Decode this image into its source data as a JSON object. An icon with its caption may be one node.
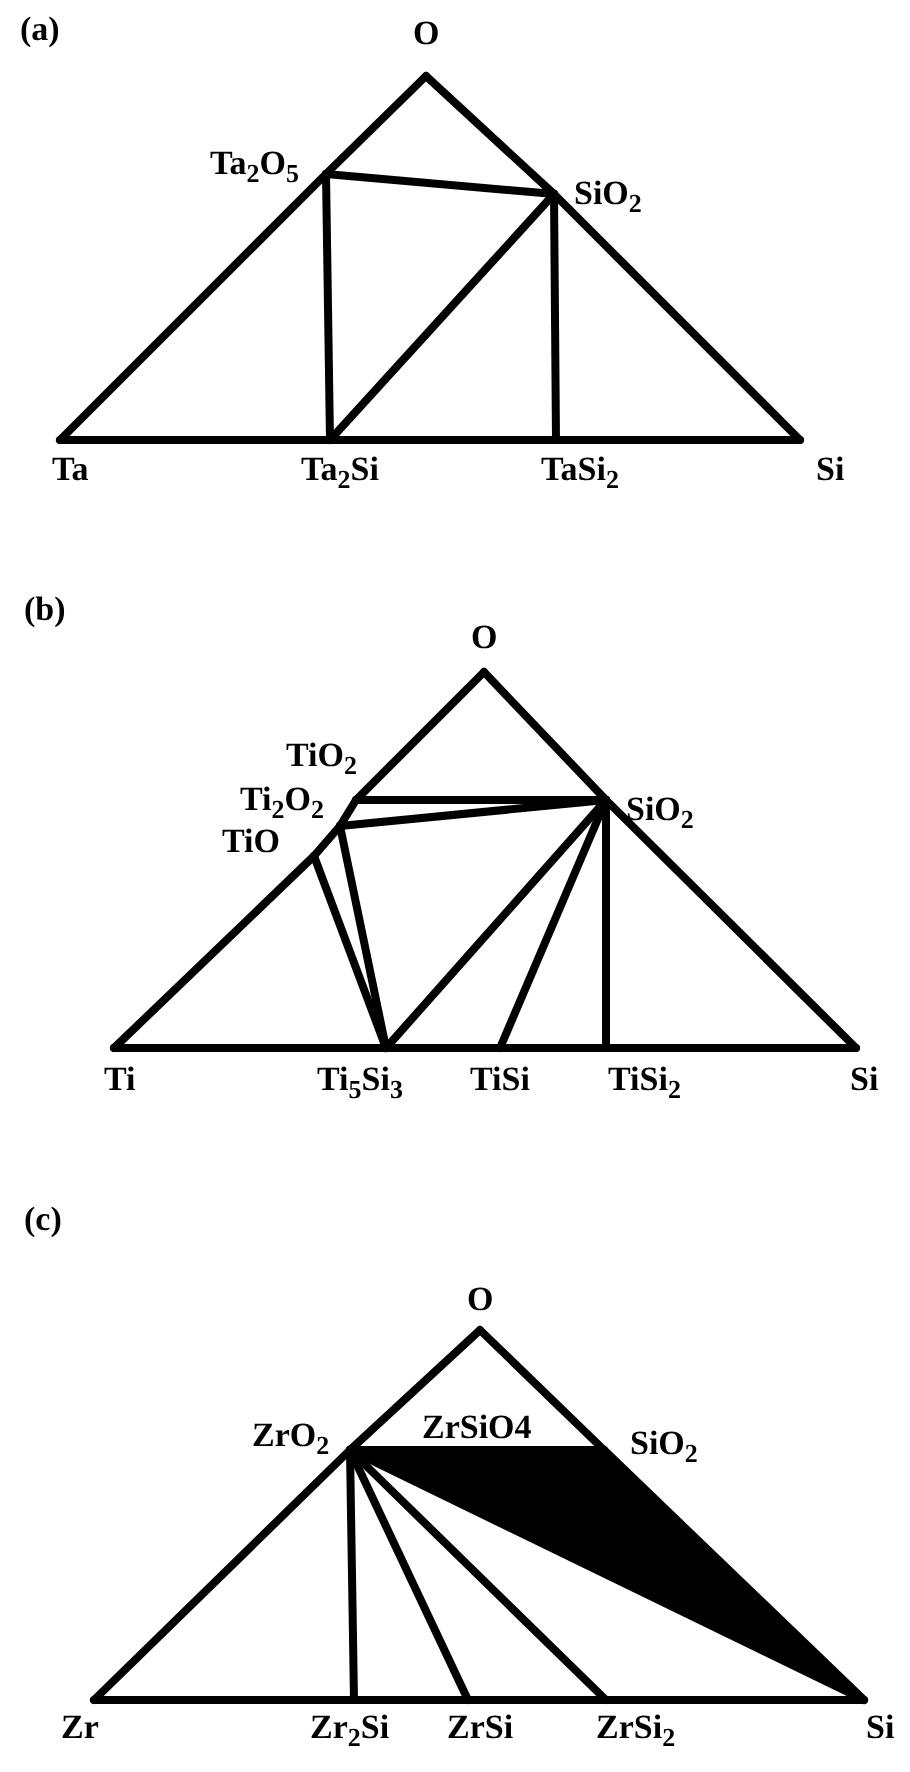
{
  "diagram": {
    "nodes": [
      {
        "text": [
          "O"
        ]
      },
      {
        "text": [
          "Ta$_{2}$O$_{5}$"
        ]
      },
      {
        "text": [
          "SiO$_{2}$"
        ]
      },
      {
        "text": [
          "Ta"
        ]
      },
      {
        "text": [
          "Ta$_{2}$Si"
        ]
      },
      {
        "text": [
          "TaSi$_{2}$"
        ]
      },
      {
        "text": [
          "Si"
        ]
      },
      {
        "text": [
          "O"
        ]
      },
      {
        "text": [
          "TiO$_{2}$"
        ]
      },
      {
        "text": [
          "Ti$_{2}$O$_{2}$"
        ]
      },
      {
        "text": [
          "SiO$_{2}$"
        ]
      },
      {
        "text": [
          "TiO"
        ]
      },
      {
        "text": [
          "Ti"
        ]
      },
      {
        "text": [
          "Ti$_{5}$Si$_{3}$"
        ]
      },
      {
        "text": [
          "TiSi"
        ]
      },
      {
        "text": [
          "TiSi$_{2}$"
        ]
      },
      {
        "text": [
          "Si"
        ]
      },
      {
        "text": [
          "O"
        ]
      },
      {
        "text": [
          "ZrO$_{2}$"
        ]
      },
      {
        "text": [
          "SiO$_{2}$"
        ]
      },
      {
        "text": [
          "Zr"
        ]
      },
      {
        "text": [
          "Zr$_{2}$Si"
        ]
      },
      {
        "text": [
          "ZrSi"
        ]
      },
      {
        "text": [
          "ZrSi$_{2}$"
        ]
      },
      {
        "text": [
          "Si"
        ]
      }
    ],
    "edges": [
      {
        "from": 0,
        "to": 1,
        "arrow": "none"
      },
      {
        "from": 1,
        "to": 3,
        "arrow": "none"
      },
      {
        "from": 0,
        "to": 2,
        "arrow": "none"
      },
      {
        "from": 2,
        "to": 6,
        "arrow": "none"
      },
      {
        "from": 3,
        "to": 4,
        "arrow": "none"
      },
      {
        "from": 4,
        "to": 5,
        "arrow": "none"
      },
      {
        "from": 5,
        "to": 6,
        "arrow": "none"
      },
      {
        "from": 1,
        "to": 2,
        "arrow": "none"
      },
      {
        "from": 1,
        "to": 4,
        "arrow": "none"
      },
      {
        "from": 2,
        "to": 4,
        "arrow": "none"
      },
      {
        "from": 2,
        "to": 5,
        "arrow": "none"
      },
      {
        "from": 7,
        "to": 8,
        "arrow": "none"
      },
      {
        "from": 8,
        "to": 9,
        "arrow": "none"
      },
      {
        "from": 9,
        "to": 11,
        "arrow": "none"
      },
      {
        "from": 11,
        "to": 12,
        "arrow": "none"
      },
      {
        "from": 7,
        "to": 10,
        "arrow": "none"
      },
      {
        "from": 10,
        "to": 16,
        "arrow": "none"
      },
      {
        "from": 12,
        "to": 13,
        "arrow": "none"
      },
      {
        "from": 13,
        "to": 14,
        "arrow": "none"
      },
      {
        "from": 14,
        "to": 15,
        "arrow": "none"
      },
      {
        "from": 15,
        "to": 16,
        "arrow": "none"
      },
      {
        "from": 8,
        "to": 10,
        "arrow": "none"
      },
      {
        "from": 9,
        "to": 10,
        "arrow": "none"
      },
      {
        "from": 11,
        "to": 13,
        "arrow": "none"
      },
      {
        "from": 9,
        "to": 13,
        "arrow": "none"
      },
      {
        "from": 10,
        "to": 13,
        "arrow": "none"
      },
      {
        "from": 10,
        "to": 14,
        "arrow": "none"
      },
      {
        "from": 10,
        "to": 15,
        "arrow": "none"
      },
      {
        "from": 17,
        "to": 18,
        "arrow": "none"
      },
      {
        "from": 18,
        "to": 20,
        "arrow": "none"
      },
      {
        "from": 17,
        "to": 19,
        "arrow": "none"
      },
      {
        "from": 19,
        "to": 24,
        "arrow": "none"
      },
      {
        "from": 20,
        "to": 21,
        "arrow": "none"
      },
      {
        "from": 21,
        "to": 22,
        "arrow": "none"
      },
      {
        "from": 22,
        "to": 23,
        "arrow": "none"
      },
      {
        "from": 23,
        "to": 24,
        "arrow": "none"
      },
      {
        "from": 18,
        "to": 19,
        "label": "ZrSiO4",
        "arrow": "none"
      },
      {
        "from": 18,
        "to": 21,
        "arrow": "none"
      },
      {
        "from": 18,
        "to": 22,
        "arrow": "none"
      },
      {
        "from": 18,
        "to": 23,
        "arrow": "none"
      },
      {
        "from": 18,
        "to": 24,
        "arrow": "none"
      }
    ],
    "labels": [
      "(a)",
      "(b)",
      "(c)"
    ]
  }
}
